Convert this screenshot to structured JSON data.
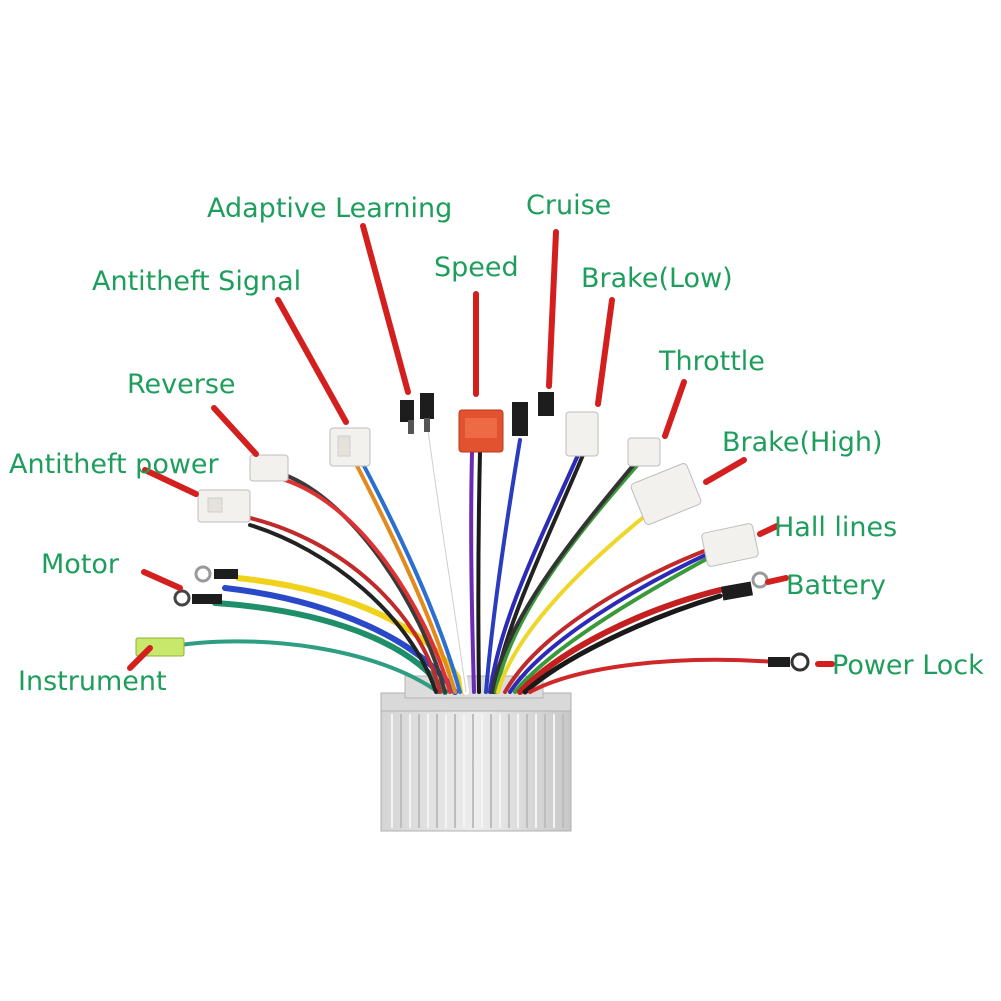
{
  "colors": {
    "label": "#1e9e5c",
    "pointer": "#d41f1f",
    "housing_light": "#e4e4e4",
    "housing_dark": "#b9b9b9",
    "connector_white": "#f3f1ee",
    "connector_red": "#e2522e",
    "connector_black": "#1d1d1d"
  },
  "labels": {
    "adaptive_learning": "Adaptive Learning",
    "cruise": "Cruise",
    "speed": "Speed",
    "antitheft_signal": "Antitheft Signal",
    "brake_low": "Brake(Low)",
    "throttle": "Throttle",
    "reverse": "Reverse",
    "brake_high": "Brake(High)",
    "antitheft_power": "Antitheft power",
    "hall_lines": "Hall lines",
    "motor": "Motor",
    "battery": "Battery",
    "instrument": "Instrument",
    "power_lock": "Power Lock"
  },
  "connectors": [
    {
      "id": "antitheft-power",
      "type": "white-plug"
    },
    {
      "id": "reverse",
      "type": "white-plug"
    },
    {
      "id": "antitheft-signal",
      "type": "white-plug"
    },
    {
      "id": "adaptive-learning",
      "type": "black-pin"
    },
    {
      "id": "speed",
      "type": "red-plug"
    },
    {
      "id": "cruise",
      "type": "black-pin"
    },
    {
      "id": "brake-low",
      "type": "white-plug"
    },
    {
      "id": "throttle",
      "type": "white-plug"
    },
    {
      "id": "brake-high",
      "type": "white-plug"
    },
    {
      "id": "hall-lines",
      "type": "white-plug"
    },
    {
      "id": "motor",
      "type": "ring-terminals"
    },
    {
      "id": "battery",
      "type": "ring-terminals"
    },
    {
      "id": "instrument",
      "type": "green-tip"
    },
    {
      "id": "power-lock",
      "type": "ring-terminal"
    }
  ]
}
